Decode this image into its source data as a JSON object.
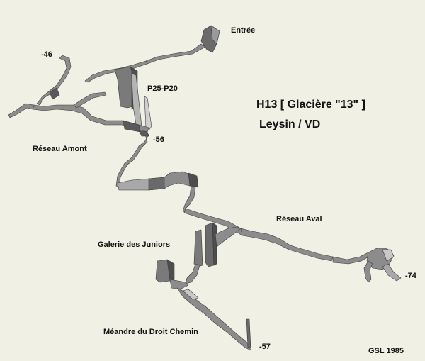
{
  "title": "H13 [ Glacière \"13\" ]",
  "subtitle": "Leysin / VD",
  "credit": "GSL 1985",
  "labels": {
    "entree": "Entrée",
    "p25_p20": "P25-P20",
    "depth_46": "-46",
    "depth_56": "-56",
    "reseau_amont": "Réseau Amont",
    "reseau_aval": "Réseau Aval",
    "galerie_juniors": "Galerie des Juniors",
    "depth_74": "-74",
    "meandre": "Méandre du Droit Chemin",
    "depth_57": "-57"
  },
  "colors": {
    "background": "#f0f0e4",
    "passage_dark": "#505050",
    "passage_mid": "#8c8c8c",
    "passage_light": "#c8c8c8",
    "text": "#111111"
  }
}
